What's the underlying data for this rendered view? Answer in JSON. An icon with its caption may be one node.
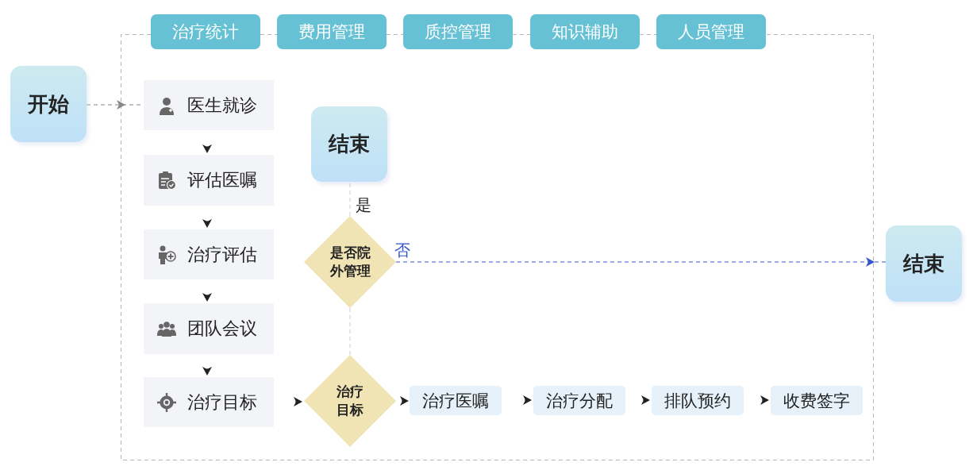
{
  "diagram": {
    "nodes": [
      {
        "text": [
          "开始"
        ]
      },
      {
        "text": [
          "治疗统计"
        ]
      },
      {
        "text": [
          "费用管理"
        ]
      },
      {
        "text": [
          "质控管理"
        ]
      },
      {
        "text": [
          "知识辅助"
        ]
      },
      {
        "text": [
          "人员管理"
        ]
      },
      {
        "text": [
          "医生就诊"
        ]
      },
      {
        "text": [
          "评估医嘱"
        ]
      },
      {
        "text": [
          "治疗评估"
        ]
      },
      {
        "text": [
          "团队会议"
        ]
      },
      {
        "text": [
          "治疗目标"
        ]
      },
      {
        "text": [
          "结束"
        ]
      },
      {
        "text": [
          "是否院外管理"
        ]
      },
      {
        "text": [
          "结束"
        ]
      },
      {
        "text": [
          "治疗目标"
        ]
      },
      {
        "text": [
          "治疗医嘱"
        ]
      },
      {
        "text": [
          "治疗分配"
        ]
      },
      {
        "text": [
          "排队预约"
        ]
      },
      {
        "text": [
          "收费签字"
        ]
      }
    ],
    "edges": [
      {
        "from": 0,
        "to": 6,
        "arrow": "to",
        "style": "dashed",
        "color": "#888888"
      },
      {
        "from": 6,
        "to": 7,
        "arrow": "to"
      },
      {
        "from": 7,
        "to": 8,
        "arrow": "to"
      },
      {
        "from": 8,
        "to": 9,
        "arrow": "to"
      },
      {
        "from": 9,
        "to": 10,
        "arrow": "to"
      },
      {
        "from": 10,
        "to": 14,
        "arrow": "to"
      },
      {
        "from": 14,
        "to": 15,
        "arrow": "to"
      },
      {
        "from": 15,
        "to": 16,
        "arrow": "to"
      },
      {
        "from": 16,
        "to": 17,
        "arrow": "to"
      },
      {
        "from": 17,
        "to": 18,
        "arrow": "to"
      },
      {
        "from": 14,
        "to": 12,
        "arrow": "none",
        "style": "dashed",
        "color": "#cccccc"
      },
      {
        "from": 12,
        "to": 11,
        "arrow": "none",
        "style": "dashed",
        "color": "#cccccc",
        "label": "是"
      },
      {
        "from": 12,
        "to": 13,
        "arrow": "to",
        "style": "dashed",
        "color": "#3355cc",
        "label": "否"
      }
    ]
  }
}
